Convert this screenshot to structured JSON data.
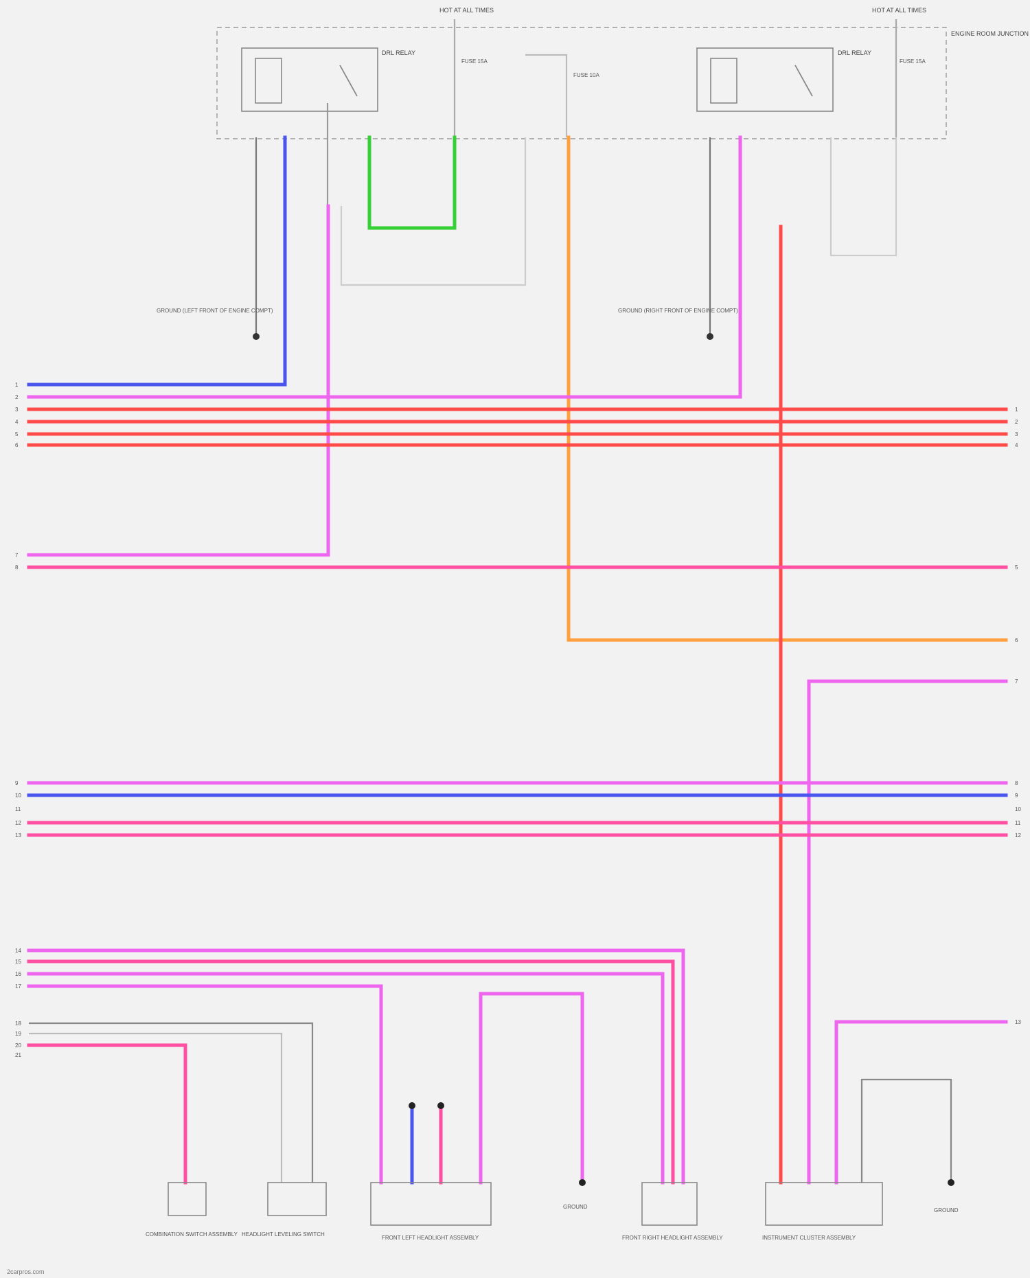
{
  "colors": {
    "background": "#f2f2f2",
    "purple": "#ee66ee",
    "pink": "#ff4fa3",
    "red": "#ff4a4a",
    "blue": "#4a55ee",
    "green": "#35d035",
    "orange": "#ffa040",
    "gray": "#9a9a9a",
    "light_gray": "#cccccc"
  },
  "header": {
    "fuse_left": "HOT AT ALL TIMES",
    "fuse_right": "HOT AT ALL TIMES",
    "module_block": "ENGINE ROOM JUNCTION BLOCK (LEFT SIDE OF ENGINE COMPT)"
  },
  "relays": [
    {
      "id": "relay-left",
      "label": "DRL RELAY"
    },
    {
      "id": "relay-right",
      "label": "DRL RELAY"
    }
  ],
  "fuses": [
    {
      "id": "fuse-1",
      "label": "FUSE 15A"
    },
    {
      "id": "fuse-2",
      "label": "FUSE 10A"
    },
    {
      "id": "fuse-3",
      "label": "FUSE 15A"
    }
  ],
  "grounds": [
    {
      "id": "g-left",
      "label": "GROUND (LEFT FRONT OF ENGINE COMPT)"
    },
    {
      "id": "g-right",
      "label": "GROUND (RIGHT FRONT OF ENGINE COMPT)"
    }
  ],
  "left_pins": [
    "1",
    "2",
    "3",
    "4",
    "5",
    "6",
    "7",
    "8",
    "9",
    "10",
    "11",
    "12",
    "13",
    "14",
    "15",
    "16",
    "17",
    "18",
    "19",
    "20",
    "21"
  ],
  "right_pins": [
    "1",
    "2",
    "3",
    "4",
    "5",
    "6",
    "7",
    "8",
    "9",
    "10",
    "11",
    "12",
    "13"
  ],
  "bottom_components": [
    {
      "id": "c1",
      "label": "COMBINATION SWITCH ASSEMBLY"
    },
    {
      "id": "c2",
      "label": "HEADLIGHT LEVELING SWITCH"
    },
    {
      "id": "c3",
      "label": "FRONT LEFT HEADLIGHT ASSEMBLY"
    },
    {
      "id": "c4",
      "label": "GROUND"
    },
    {
      "id": "c5",
      "label": "FRONT RIGHT HEADLIGHT ASSEMBLY"
    },
    {
      "id": "c6",
      "label": "INSTRUMENT CLUSTER ASSEMBLY"
    },
    {
      "id": "c7",
      "label": "GROUND"
    }
  ],
  "footer": {
    "watermark": "2carpros.com"
  }
}
